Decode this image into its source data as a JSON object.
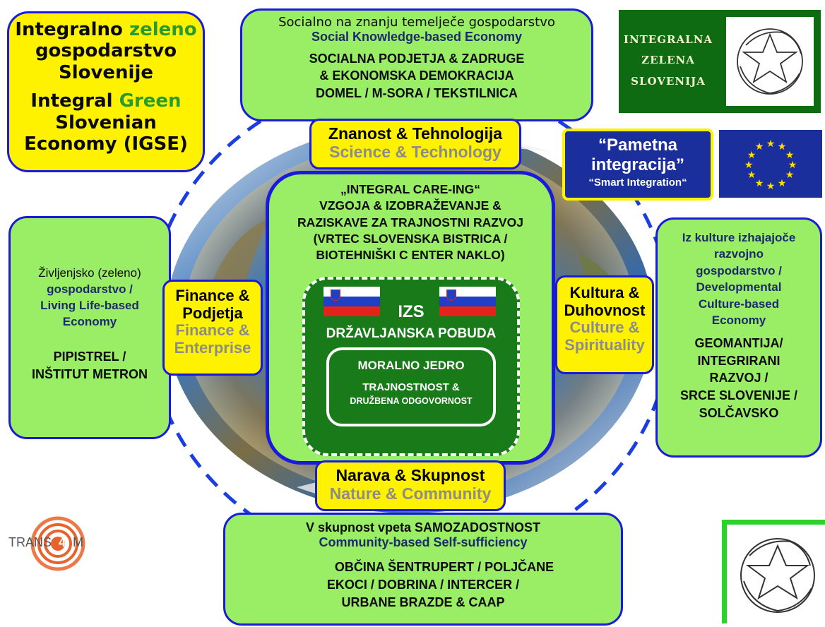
{
  "title_box": {
    "line1_prefix": "Integralno ",
    "line1_green": "zeleno",
    "line2": "gospodarstvo",
    "line3": "Slovenije",
    "line4_prefix": "Integral ",
    "line4_green": "Green",
    "line5": "Slovenian",
    "line6": "Economy (IGSE)"
  },
  "top_box": {
    "line1": "Socialno na znanju temelječe gospodarstvo",
    "line2": "Social Knowledge-based Economy",
    "line3": "SOCIALNA PODJETJA & ZADRUGE",
    "line4": "& EKONOMSKA DEMOKRACIJA",
    "line5": "DOMEL / M-SORA / TEKSTILNICA"
  },
  "logo_izs": {
    "line1": "INTEGRALNA",
    "line2": "ZELENA",
    "line3": "SLOVENIJA"
  },
  "smart": {
    "line1": "“Pametna",
    "line2": "integracija”",
    "line3": "“Smart Integration“"
  },
  "tag_top": {
    "sl": "Znanost & Tehnologija",
    "en": "Science & Technology"
  },
  "tag_left": {
    "sl1": "Finance  &",
    "sl2": "Podjetja",
    "en1": "Finance &",
    "en2": "Enterprise"
  },
  "tag_right": {
    "sl1": "Kultura &",
    "sl2": "Duhovnost",
    "en1": "Culture &",
    "en2": "Spirituality"
  },
  "tag_bottom": {
    "sl": "Narava & Skupnost",
    "en": "Nature & Community"
  },
  "center": {
    "line1": "„INTEGRAL CARE-ING“",
    "line2": "VZGOJA & IZOBRAŽEVANJE &",
    "line3": "RAZISKAVE ZA TRAJNOSTNI RAZVOJ",
    "line4": "(VRTEC SLOVENSKA BISTRICA /",
    "line5": "BIOTEHNIŠKI C ENTER NAKLO)"
  },
  "core": {
    "izs": "IZS",
    "pobuda": "DRŽAVLJANSKA POBUDA",
    "jedro": "MORALNO JEDRO",
    "traj": "TRAJNOSTNOST &",
    "odg": "DRUŽBENA ODGOVORNOST"
  },
  "left_box": {
    "line1": "Življenjsko (zeleno)",
    "line2": "gospodarstvo /",
    "line3": "Living Life-based",
    "line4": "Economy",
    "line5": "PIPISTREL /",
    "line6": "INŠTITUT METRON"
  },
  "right_box": {
    "line1": "Iz kulture izhajajoče",
    "line2": "razvojno",
    "line3": "gospodarstvo /",
    "line4": "Developmental",
    "line5": "Culture-based",
    "line6": "Economy",
    "line7": "GEOMANTIJA/",
    "line8": "INTEGRIRANI",
    "line9": "RAZVOJ /",
    "line10": "SRCE SLOVENIJE /",
    "line11": "SOLČAVSKO"
  },
  "bottom_box": {
    "line1": "V skupnost vpeta SAMOZADOSTNOST",
    "line2": "Community-based Self-sufficiency",
    "line3": "OBČINA ŠENTRUPERT / POLJČANE",
    "line4": "EKOCI / DOBRINA / INTERCER /",
    "line5": "URBANE BRAZDE & CAAP"
  },
  "trans4m": {
    "prefix": "TRANS",
    "num": "4",
    "suffix": "M"
  },
  "colors": {
    "box_green": "#99ee66",
    "border_blue": "#1a1adc",
    "tag_yellow": "#fff200",
    "core_green": "#187a18",
    "logo_green": "#0f6b12",
    "eu_blue": "#1b2f9c"
  }
}
